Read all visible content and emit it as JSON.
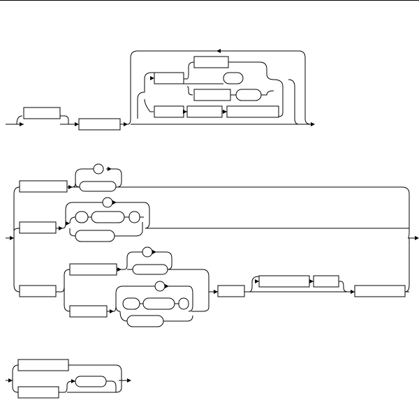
{
  "diagrams": [
    {
      "id": "diagram-1",
      "boxes": 8,
      "ovals": 2,
      "loop_circles": 0
    },
    {
      "id": "diagram-2",
      "boxes": 9,
      "ovals": 6,
      "loop_circles": 4
    },
    {
      "id": "diagram-3",
      "boxes": 2,
      "ovals": 1,
      "loop_circles": 0
    }
  ],
  "colors": {
    "line": "#000000",
    "fill": "#ffffff",
    "top_rule": "#000000"
  }
}
